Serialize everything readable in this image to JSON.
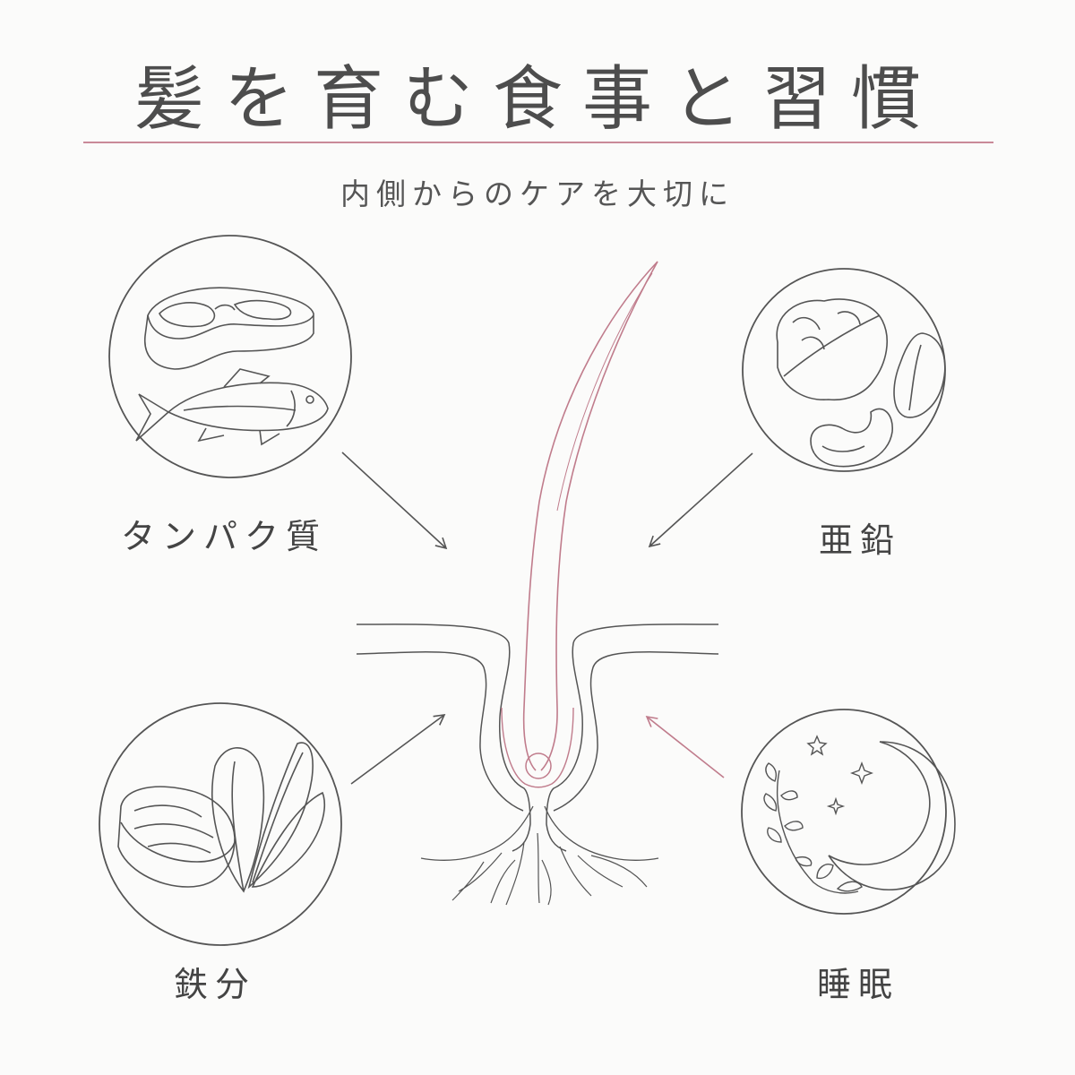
{
  "title": "髪を育む食事と習慣",
  "subtitle": "内側からのケアを大切に",
  "items": [
    {
      "id": "protein",
      "label": "タンパク質",
      "icons": [
        "meat-steak-icon",
        "fish-icon"
      ]
    },
    {
      "id": "zinc",
      "label": "亜鉛",
      "icons": [
        "walnut-icon",
        "almond-icon",
        "cashew-icon"
      ]
    },
    {
      "id": "iron",
      "label": "鉄分",
      "icons": [
        "meat-icon",
        "spinach-icon"
      ]
    },
    {
      "id": "sleep",
      "label": "睡眠",
      "icons": [
        "crescent-moon-icon",
        "star-icon",
        "sprig-icon"
      ]
    }
  ],
  "center": {
    "icon": "hair-follicle-icon"
  },
  "colors": {
    "accent": "#c98a99",
    "line": "#555555",
    "background": "#fbfbfa"
  }
}
